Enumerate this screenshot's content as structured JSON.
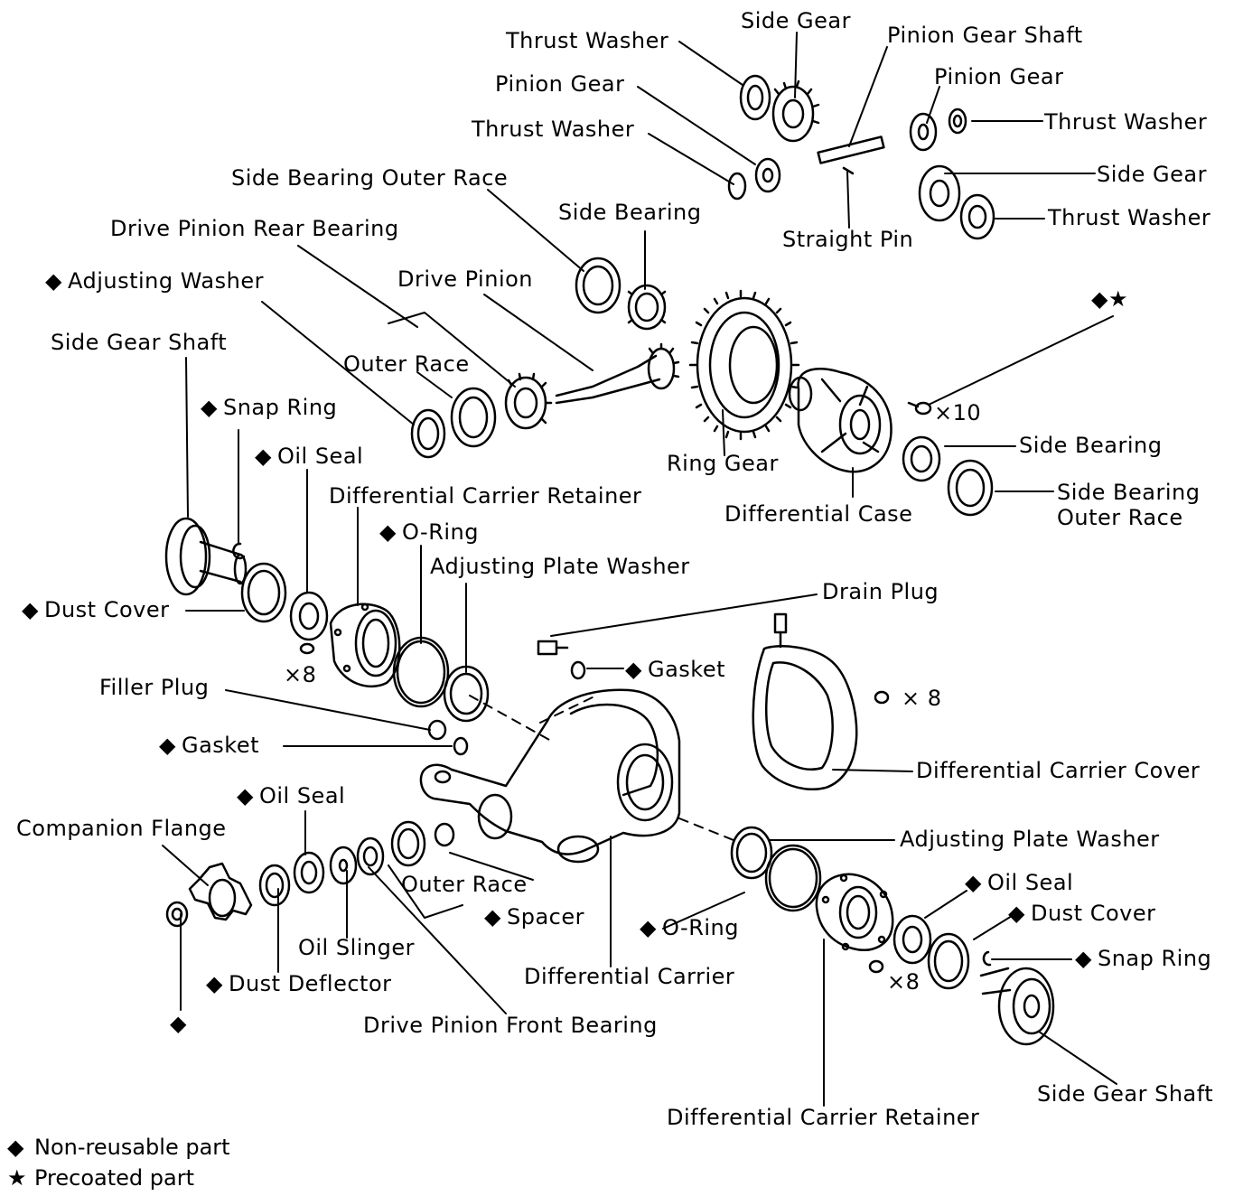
{
  "symbols": {
    "non_reusable": "◆",
    "precoated": "★"
  },
  "labels": {
    "thrust_washer_top": "Thrust Washer",
    "side_gear_top": "Side Gear",
    "pinion_gear_shaft": "Pinion Gear Shaft",
    "pinion_gear_left": "Pinion Gear",
    "pinion_gear_right": "Pinion Gear",
    "thrust_washer_mid": "Thrust Washer",
    "thrust_washer_right1": "Thrust Washer",
    "side_gear_right": "Side Gear",
    "thrust_washer_right2": "Thrust Washer",
    "straight_pin": "Straight Pin",
    "side_bearing_outer_race_top": "Side Bearing Outer Race",
    "side_bearing_top": "Side Bearing",
    "drive_pinion_rear_bearing": "Drive Pinion Rear Bearing",
    "adjusting_washer": "Adjusting Washer",
    "drive_pinion": "Drive Pinion",
    "side_gear_shaft_left": "Side Gear Shaft",
    "outer_race_top": "Outer Race",
    "x10": "×10",
    "snap_ring_left": "Snap Ring",
    "oil_seal_left": "Oil Seal",
    "ring_gear": "Ring Gear",
    "side_bearing_right": "Side Bearing",
    "differential_case": "Differential Case",
    "side_bearing_outer_race_right_1": "Side Bearing",
    "side_bearing_outer_race_right_2": "Outer Race",
    "differential_carrier_retainer_left": "Differential Carrier Retainer",
    "o_ring_left": "O-Ring",
    "adjusting_plate_washer_left": "Adjusting Plate Washer",
    "drain_plug": "Drain Plug",
    "dust_cover_left": "Dust Cover",
    "x8_left": "×8",
    "gasket_top": "Gasket",
    "x8_cover": "× 8",
    "filler_plug": "Filler Plug",
    "gasket_left": "Gasket",
    "differential_carrier_cover": "Differential Carrier Cover",
    "oil_seal_bottom": "Oil Seal",
    "companion_flange": "Companion Flange",
    "adjusting_plate_washer_right": "Adjusting Plate Washer",
    "outer_race_bottom": "Outer Race",
    "oil_seal_right": "Oil Seal",
    "spacer": "Spacer",
    "dust_cover_right": "Dust Cover",
    "o_ring_right": "O-Ring",
    "oil_slinger": "Oil Slinger",
    "snap_ring_right": "Snap Ring",
    "differential_carrier": "Differential Carrier",
    "x8_right": "×8",
    "dust_deflector": "Dust Deflector",
    "drive_pinion_front_bearing": "Drive Pinion Front Bearing",
    "side_gear_shaft_right": "Side Gear Shaft",
    "differential_carrier_retainer_right": "Differential Carrier Retainer"
  },
  "legend": {
    "non_reusable_text": "Non-reusable part",
    "precoated_text": "Precoated part"
  }
}
